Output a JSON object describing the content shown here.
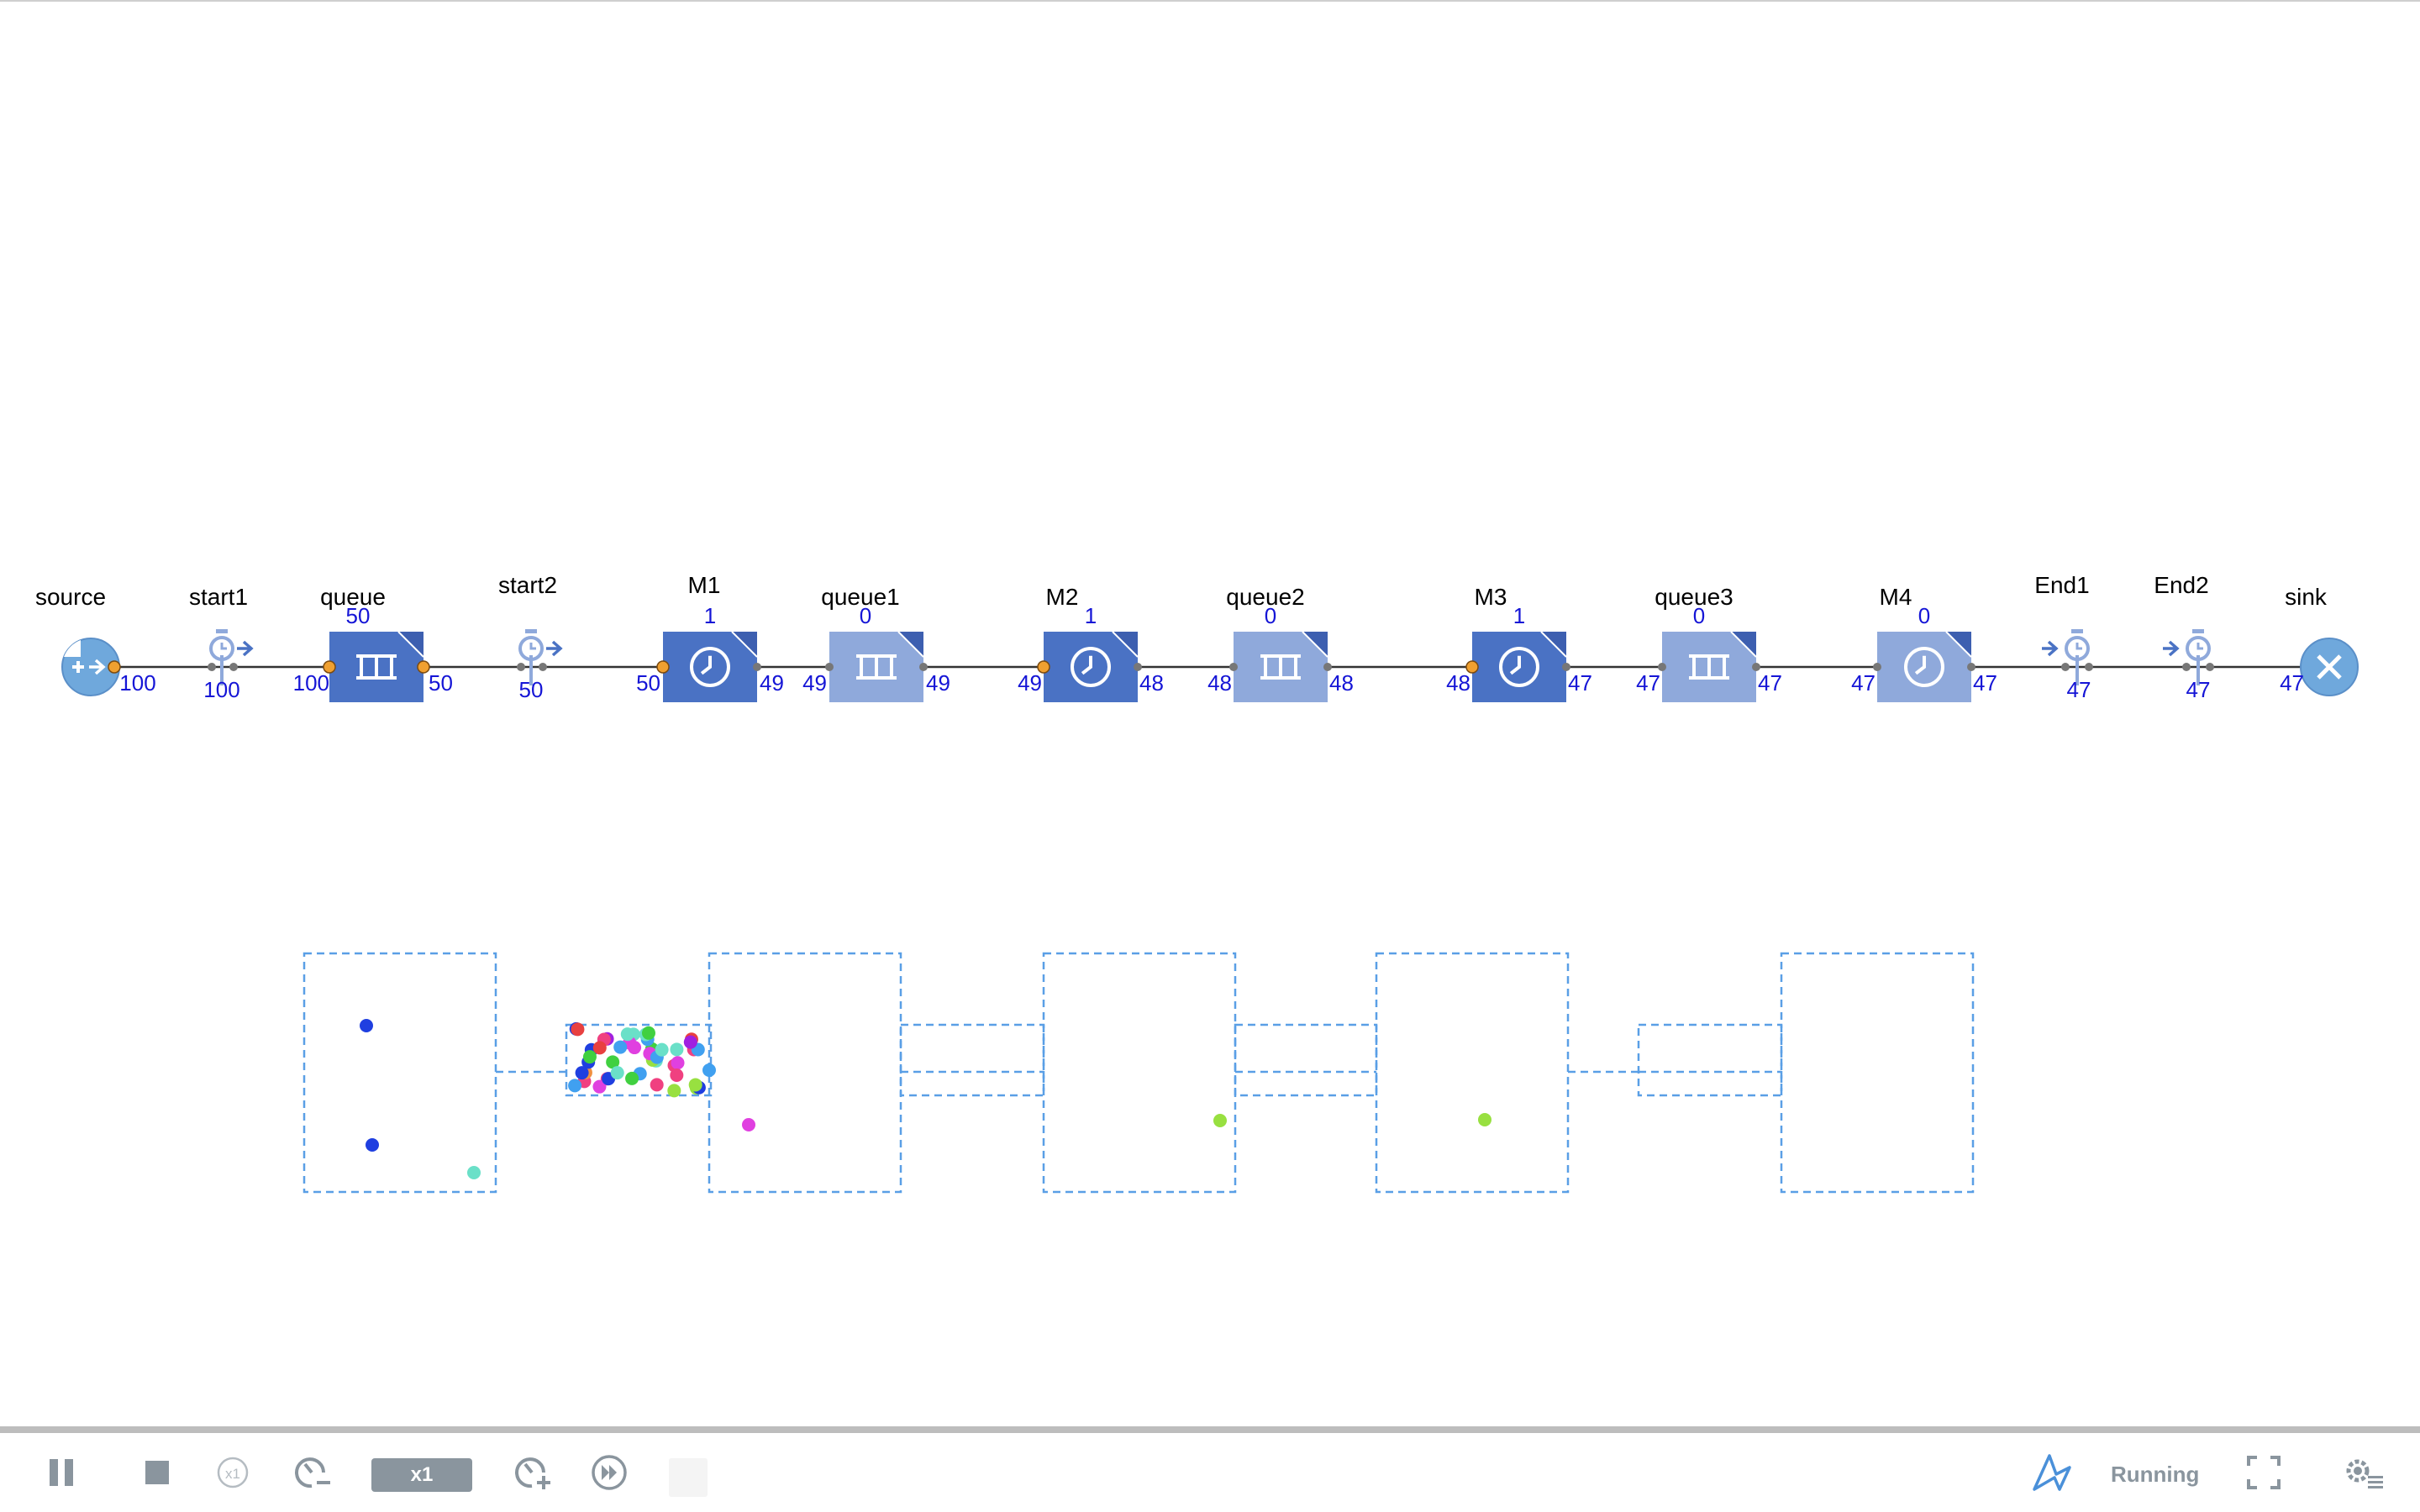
{
  "model": {
    "blocks": [
      {
        "id": "source",
        "type": "source",
        "label": "source",
        "counts": [
          "100"
        ]
      },
      {
        "id": "start1",
        "type": "time-measure-start",
        "label": "start1",
        "counts": [
          "100"
        ]
      },
      {
        "id": "queue",
        "type": "queue",
        "label": "queue",
        "top_count": "50",
        "counts": [
          "100",
          "50"
        ]
      },
      {
        "id": "start2",
        "type": "time-measure-start",
        "label": "start2",
        "counts": [
          "50"
        ]
      },
      {
        "id": "M1",
        "type": "delay",
        "label": "M1",
        "top_count": "1",
        "counts": [
          "50",
          "49"
        ]
      },
      {
        "id": "queue1",
        "type": "queue",
        "label": "queue1",
        "top_count": "0",
        "counts": [
          "49",
          "49"
        ]
      },
      {
        "id": "M2",
        "type": "delay",
        "label": "M2",
        "top_count": "1",
        "counts": [
          "49",
          "48"
        ]
      },
      {
        "id": "queue2",
        "type": "queue",
        "label": "queue2",
        "top_count": "0",
        "counts": [
          "48",
          "48"
        ]
      },
      {
        "id": "M3",
        "type": "delay",
        "label": "M3",
        "top_count": "1",
        "counts": [
          "48",
          "47"
        ]
      },
      {
        "id": "queue3",
        "type": "queue",
        "label": "queue3",
        "top_count": "0",
        "counts": [
          "47",
          "47"
        ]
      },
      {
        "id": "M4",
        "type": "delay",
        "label": "M4",
        "top_count": "0",
        "counts": [
          "47",
          "47"
        ]
      },
      {
        "id": "End1",
        "type": "time-measure-end",
        "label": "End1",
        "counts": [
          "47"
        ]
      },
      {
        "id": "End2",
        "type": "time-measure-end",
        "label": "End2",
        "counts": [
          "47"
        ]
      },
      {
        "id": "sink",
        "type": "sink",
        "label": "sink",
        "counts": [
          "47"
        ]
      }
    ],
    "colors": {
      "block_dark": "#4a72c4",
      "block_light": "#8fa9db",
      "count_text": "#1515d6",
      "port_orange": "#f0a030",
      "connector": "#333333",
      "anim_dash": "#5a9fe6"
    }
  },
  "animation": {
    "entity_colors": [
      "#1f3fe0",
      "#6ae0c8",
      "#e040e0",
      "#98e040",
      "#e84040",
      "#f09040",
      "#40a0f0",
      "#40d040",
      "#a020e0",
      "#f04080"
    ]
  },
  "toolbar": {
    "speed_label": "x1",
    "status_label": "Running",
    "icons": [
      "pause-icon",
      "stop-icon",
      "speed-x1-icon",
      "slow-down-icon",
      "speed-up-icon",
      "fast-forward-icon",
      "anylogic-logo-icon",
      "fullscreen-icon",
      "settings-icon"
    ]
  }
}
